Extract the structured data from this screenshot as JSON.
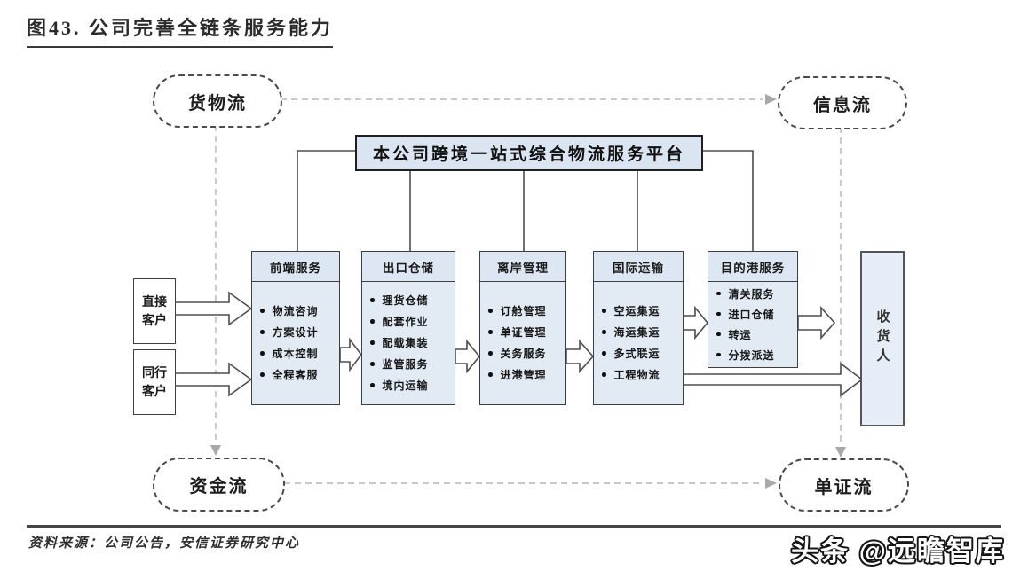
{
  "figure": {
    "title": "图43. 公司完善全链条服务能力",
    "source": "资料来源：公司公告，安信证券研究中心",
    "watermark": "头条 @远瞻智库"
  },
  "flows": {
    "cargo": "货物流",
    "info": "信息流",
    "capital": "资金流",
    "document": "单证流"
  },
  "platform": {
    "label": "本公司跨境一站式综合物流服务平台"
  },
  "clients": {
    "direct": "直接\n客户",
    "peer": "同行\n客户"
  },
  "receiver": {
    "label": "收货人"
  },
  "services": [
    {
      "title": "前端服务",
      "items": [
        "物流咨询",
        "方案设计",
        "成本控制",
        "全程客服"
      ]
    },
    {
      "title": "出口仓储",
      "items": [
        "理货仓储",
        "配套作业",
        "配载集装",
        "监管服务",
        "境内运输"
      ]
    },
    {
      "title": "离岸管理",
      "items": [
        "订舱管理",
        "单证管理",
        "关务服务",
        "进港管理"
      ]
    },
    {
      "title": "国际运输",
      "items": [
        "空运集运",
        "海运集运",
        "多式联运",
        "工程物流"
      ]
    },
    {
      "title": "目的港服务",
      "items": [
        "清关服务",
        "进口仓储",
        "转运",
        "分拨派送"
      ]
    }
  ],
  "colors": {
    "box_fill": "#e2eaf4",
    "platform_fill": "#dbe5f1",
    "dashed_line": "#b5b5b5",
    "solid_line": "#4d4d4d"
  }
}
